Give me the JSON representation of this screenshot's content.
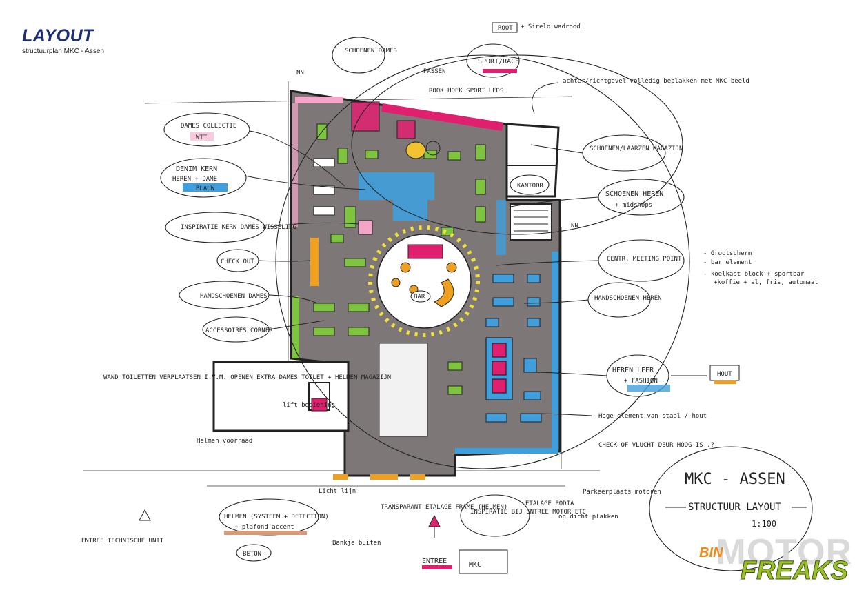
{
  "header": {
    "title": "LAYOUT",
    "subtitle": "structuurplan MKC - Assen"
  },
  "labels": {
    "root": "ROOT",
    "sirelo": "+ Sirelo wadrood",
    "schoenen_dames": "SCHOENEN DAMES",
    "sport_race": "SPORT/RACE",
    "passen": "PASSEN",
    "rook_hoek": "ROOK HOEK SPORT LEDS",
    "achter_richtgevel": "achter/richtgevel volledig beplakken met MKC beeld",
    "dames_collectie": "DAMES COLLECTIE",
    "wit": "WIT",
    "denim_kern": "DENIM KERN",
    "heren_dame": "HEREN + DAME",
    "blauw": "BLAUW",
    "schoenen_laarzen": "SCHOENEN/LAARZEN MAGAZIJN",
    "kantoor": "KANTOOR",
    "schoenen_heren": "SCHOENEN HEREN",
    "midshops": "+ midshops",
    "inspiratie_kern": "INSPIRATIE KERN DAMES WISSELING",
    "check_out": "CHECK OUT",
    "central_meeting": "CENTR. MEETING POINT",
    "grootscherm": "- Grootscherm",
    "bar_element": "- bar element",
    "koelkast": "- koelkast block + sportbar",
    "koffie": "+koffie + al, fris, automaat",
    "handschoenen_dames": "HANDSCHOENEN DAMES",
    "handschoenen_heren": "HANDSCHOENEN HEREN",
    "accessoires": "ACCESSOIRES CORNER",
    "heren_leer": "HEREN LEER",
    "fashion": "+ FASHION",
    "hout": "HOUT",
    "wand_toiletten": "WAND TOILETTEN VERPLAATSEN I.V.M. OPENEN EXTRA DAMES TOILET + HELMEN MAGAZIJN",
    "lift_bediening": "lift bediening",
    "helmen_voorraad": "Helmen voorraad",
    "hoge_element": "Hoge element van staal / hout",
    "check_vluchtdeur": "CHECK OF VLUCHT DEUR HOOG IS..?",
    "licht_lijn": "Licht lijn",
    "transparant": "TRANSPARANT ETALAGE FRAME (HELMEN)",
    "inspiratie_entree": "INSPIRATIE BIJ ENTREE MOTOR ETC",
    "etalage_podia": "ETALAGE PODIA",
    "parkeerplaats": "Parkeerplaats motoren",
    "op_dicht_plakken": "op dicht plakken",
    "helmen_systeem": "HELMEN (SYSTEEM + DETECTION)",
    "plafond_accent": "+ plafond accent",
    "entree_technische": "ENTREE TECHNISCHE UNIT",
    "beton": "BETON",
    "bankje": "Bankje buiten",
    "entree": "ENTREE",
    "mkc": "MKC",
    "stamp_line1": "MKC - ASSEN",
    "stamp_line2": "STRUCTUUR LAYOUT",
    "stamp_scale": "1:100",
    "bar": "BAR",
    "nn": "NN"
  },
  "watermark": {
    "motor": "MOTOR",
    "freaks": "FREAKS",
    "bin": "BIN"
  },
  "colors": {
    "floor": "#7d7877",
    "green": "#7ec43e",
    "blue": "#3f9fdc",
    "magenta": "#e0206f",
    "orange": "#f0a020",
    "pink": "#f5a6c8",
    "yellow": "#f2e03a",
    "title": "#1c2f74"
  }
}
